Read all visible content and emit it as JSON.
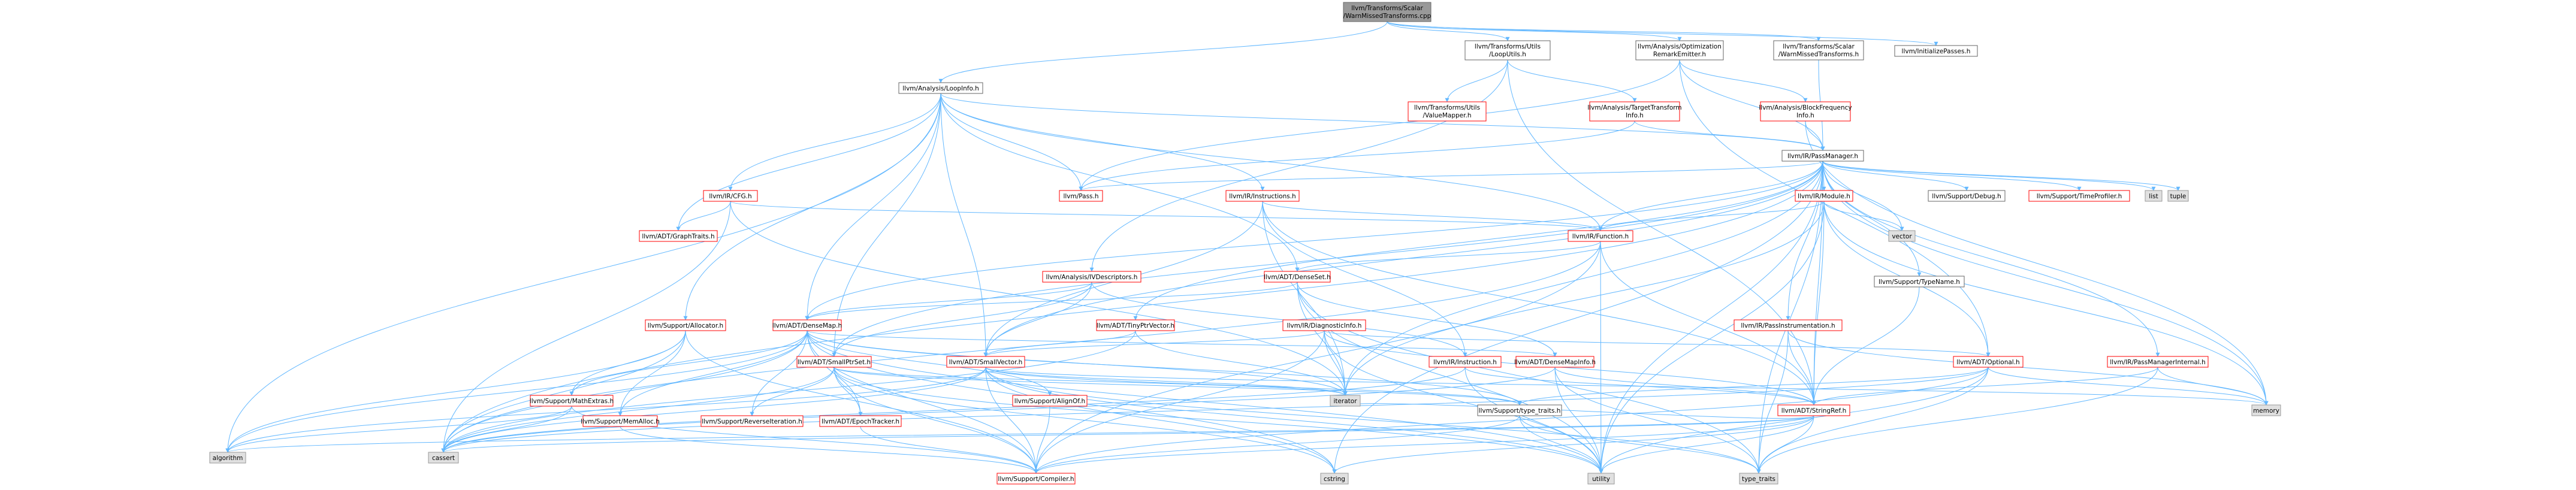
{
  "colors": {
    "root_fill": "#999999",
    "node_fill": "#ffffff",
    "external_fill": "#e0e0e0",
    "link_border": "#ff0000",
    "plain_border": "#666666",
    "external_border": "#999999",
    "edge": "#63b8ff",
    "text": "#000000"
  },
  "nodes": {
    "root": [
      "llvm/Transforms/Scalar",
      "/WarnMissedTransforms.cpp"
    ],
    "loopinfo": [
      "llvm/Analysis/LoopInfo.h"
    ],
    "looputils": [
      "llvm/Transforms/Utils",
      "/LoopUtils.h"
    ],
    "ore": [
      "llvm/Analysis/Optimization",
      "RemarkEmitter.h"
    ],
    "wmt_h": [
      "llvm/Transforms/Scalar",
      "/WarnMissedTransforms.h"
    ],
    "initpasses": [
      "llvm/InitializePasses.h"
    ],
    "valuemapper": [
      "llvm/Transforms/Utils",
      "/ValueMapper.h"
    ],
    "tti": [
      "llvm/Analysis/TargetTransform",
      "Info.h"
    ],
    "bfi": [
      "llvm/Analysis/BlockFrequency",
      "Info.h"
    ],
    "passmanager": [
      "llvm/IR/PassManager.h"
    ],
    "cfg": [
      "llvm/IR/CFG.h"
    ],
    "pass": [
      "llvm/Pass.h"
    ],
    "instructions": [
      "llvm/IR/Instructions.h"
    ],
    "module": [
      "llvm/IR/Module.h"
    ],
    "debug": [
      "llvm/Support/Debug.h"
    ],
    "timeprofiler": [
      "llvm/Support/TimeProfiler.h"
    ],
    "list": [
      "list"
    ],
    "tuple": [
      "tuple"
    ],
    "vector": [
      "vector"
    ],
    "graphtraits": [
      "llvm/ADT/GraphTraits.h"
    ],
    "function": [
      "llvm/IR/Function.h"
    ],
    "ivdescriptors": [
      "llvm/Analysis/IVDescriptors.h"
    ],
    "denseset": [
      "llvm/ADT/DenseSet.h"
    ],
    "typename": [
      "llvm/Support/TypeName.h"
    ],
    "allocator": [
      "llvm/Support/Allocator.h"
    ],
    "densemap": [
      "llvm/ADT/DenseMap.h"
    ],
    "tinyptrvector": [
      "llvm/ADT/TinyPtrVector.h"
    ],
    "diaginfo": [
      "llvm/IR/DiagnosticInfo.h"
    ],
    "passinstr": [
      "llvm/IR/PassInstrumentation.h"
    ],
    "smallptrset": [
      "llvm/ADT/SmallPtrSet.h"
    ],
    "smallvector": [
      "llvm/ADT/SmallVector.h"
    ],
    "instruction": [
      "llvm/IR/Instruction.h"
    ],
    "densemapinfo": [
      "llvm/ADT/DenseMapInfo.h"
    ],
    "optional": [
      "llvm/ADT/Optional.h"
    ],
    "pmi": [
      "llvm/IR/PassManagerInternal.h"
    ],
    "mathextras": [
      "llvm/Support/MathExtras.h"
    ],
    "memalloc": [
      "llvm/Support/MemAlloc.h"
    ],
    "reverseiter": [
      "llvm/Support/ReverseIteration.h"
    ],
    "epochtracker": [
      "llvm/ADT/EpochTracker.h"
    ],
    "alignof": [
      "llvm/Support/AlignOf.h"
    ],
    "iterator": [
      "iterator"
    ],
    "typetraits_h": [
      "llvm/Support/type_traits.h"
    ],
    "stringref": [
      "llvm/ADT/StringRef.h"
    ],
    "memory": [
      "memory"
    ],
    "algorithm": [
      "algorithm"
    ],
    "cassert": [
      "cassert"
    ],
    "compiler": [
      "llvm/Support/Compiler.h"
    ],
    "cstring": [
      "cstring"
    ],
    "utility": [
      "utility"
    ],
    "type_traits": [
      "type_traits"
    ]
  }
}
